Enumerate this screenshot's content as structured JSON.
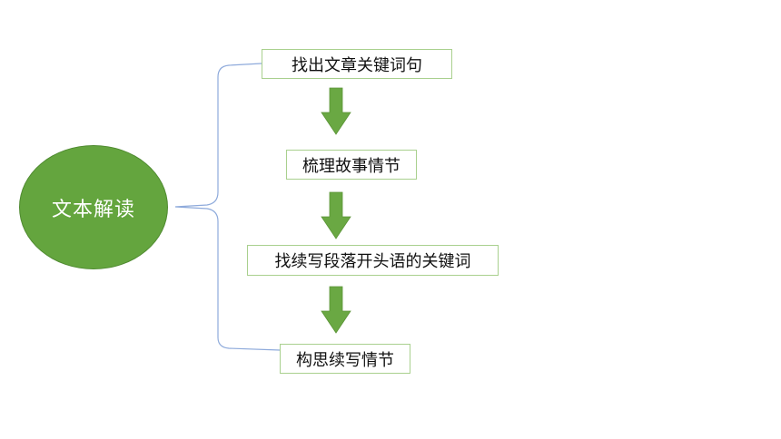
{
  "diagram": {
    "central_topic": "文本解读",
    "steps": [
      "找出文章关键词句",
      "梳理故事情节",
      "找续写段落开头语的关键词",
      "构思续写情节"
    ],
    "colors": {
      "node_fill": "#64a53e",
      "node_text": "#ffffff",
      "arrow_fill": "#6aa843",
      "box_border": "#a9d08e",
      "bracket_line": "#8eaadb"
    }
  }
}
